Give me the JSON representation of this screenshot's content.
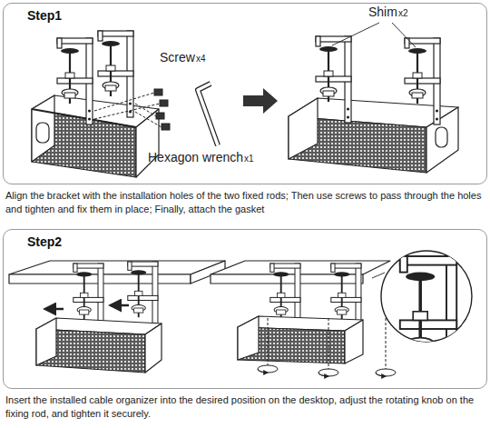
{
  "diagram": {
    "nodes": [
      {
        "text": [
          "Step1"
        ]
      },
      {
        "text": [
          "Step2"
        ]
      }
    ],
    "labels": [
      "Screw",
      "x4",
      "Hexagon wrench",
      "x1",
      "Shim",
      "x2",
      "Align the bracket with the installation holes of the two fixed rods; Then use screws to pass through the holes and tighten and fix them in place; Finally, attach the gasket",
      "Insert the installed cable organizer into the desired position on the desktop, adjust the rotating knob on the fixing rod, and tighten it securely."
    ]
  }
}
